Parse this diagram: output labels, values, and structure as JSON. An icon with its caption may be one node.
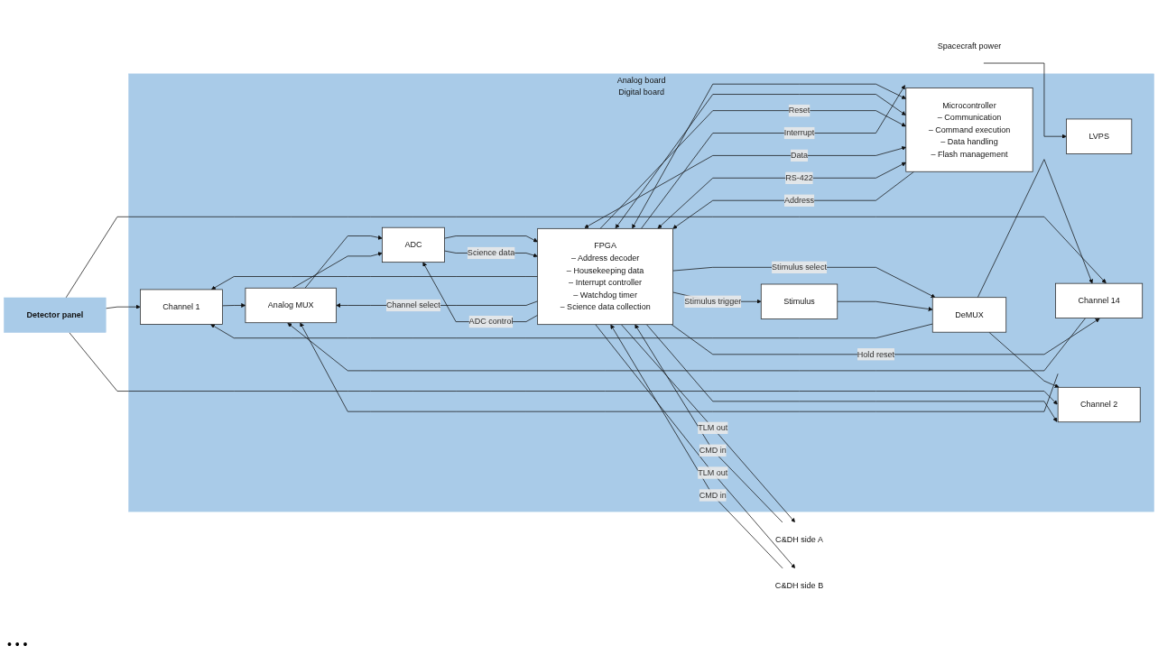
{
  "diagram": {
    "nodes": [
      {
        "text": [
          "Detector panel"
        ]
      },
      {
        "text": [
          "Analog board",
          "Digital board"
        ]
      },
      {
        "text": [
          "Stimulus"
        ],
        "in": 1
      },
      {
        "text": [
          "DeMUX"
        ],
        "in": 1
      },
      {
        "text": [
          "Channel 1"
        ],
        "in": 1
      },
      {
        "text": [
          "Channel 2"
        ],
        "in": 1
      },
      {
        "text": [
          "Channel 14"
        ],
        "in": 1
      },
      {
        "text": [
          "Analog MUX"
        ],
        "in": 1
      },
      {
        "text": [
          "ADC"
        ],
        "in": 1
      },
      {
        "text": [
          "FPGA",
          "– Address decoder",
          "– Housekeeping data",
          "– Interrupt controller",
          "– Watchdog timer",
          "– Science data collection"
        ],
        "in": 1
      },
      {
        "text": [
          "Microcontroller",
          "– Communication",
          "– Command execution",
          "– Data handling",
          "– Flash management"
        ],
        "in": 1
      },
      {
        "text": [
          "LVPS"
        ],
        "in": 1
      },
      {
        "text": [
          "Spacecraft power"
        ]
      },
      {
        "text": [
          "C&DH side A"
        ]
      },
      {
        "text": [
          "C&DH side B"
        ]
      }
    ],
    "edges": [
      {
        "from": 9,
        "to": 2,
        "arrow": "to",
        "label": "Stimulus trigger"
      },
      {
        "from": 9,
        "to": 3,
        "arrow": "to",
        "label": "Stimulus select"
      },
      {
        "from": 2,
        "to": 3,
        "arrow": "to"
      },
      {
        "from": 3,
        "to": 4,
        "arrow": "to"
      },
      {
        "from": 3,
        "to": 5,
        "arrow": "to"
      },
      {
        "from": 3,
        "to": 6,
        "arrow": "to"
      },
      {
        "from": 0,
        "to": 4,
        "arrow": "to"
      },
      {
        "from": 0,
        "to": 5,
        "arrow": "to"
      },
      {
        "from": 0,
        "to": 6,
        "arrow": "to"
      },
      {
        "from": 4,
        "to": 7,
        "arrow": "to"
      },
      {
        "from": 5,
        "to": 7,
        "arrow": "to"
      },
      {
        "from": 6,
        "to": 7,
        "arrow": "to"
      },
      {
        "from": 9,
        "to": 4,
        "arrow": "to"
      },
      {
        "from": 9,
        "to": 5,
        "arrow": "to"
      },
      {
        "from": 9,
        "to": 6,
        "arrow": "to",
        "label": "Hold reset"
      },
      {
        "from": 7,
        "to": 8,
        "arrow": "to"
      },
      {
        "from": 7,
        "to": 8,
        "arrow": "to"
      },
      {
        "from": 9,
        "to": 7,
        "arrow": "to",
        "label": "Channel select"
      },
      {
        "from": 9,
        "to": 8,
        "arrow": "to",
        "label": "ADC control"
      },
      {
        "from": 8,
        "to": 9,
        "arrow": "to"
      },
      {
        "from": 8,
        "to": 9,
        "arrow": "to",
        "label": "Science data"
      },
      {
        "from": 9,
        "to": 10,
        "arrow": "both"
      },
      {
        "from": 9,
        "to": 10,
        "arrow": "both"
      },
      {
        "from": 9,
        "to": 10,
        "arrow": "to",
        "label": "Reset"
      },
      {
        "from": 9,
        "to": 10,
        "arrow": "to",
        "label": "Interrupt"
      },
      {
        "from": 10,
        "to": 9,
        "arrow": "to",
        "label": "Address"
      },
      {
        "from": 9,
        "to": 10,
        "arrow": "both",
        "label": "Data"
      },
      {
        "from": 9,
        "to": 10,
        "arrow": "both",
        "label": "RS-422"
      },
      {
        "from": 12,
        "to": 11,
        "arrow": "to"
      },
      {
        "from": 13,
        "to": 9,
        "arrow": "to",
        "label": "CMD in"
      },
      {
        "from": 9,
        "to": 13,
        "arrow": "to",
        "label": "TLM out"
      },
      {
        "from": 14,
        "to": 9,
        "arrow": "to",
        "label": "CMD in"
      },
      {
        "from": 9,
        "to": 14,
        "arrow": "to",
        "label": "TLM out"
      }
    ],
    "labels": [
      "• • •"
    ]
  }
}
